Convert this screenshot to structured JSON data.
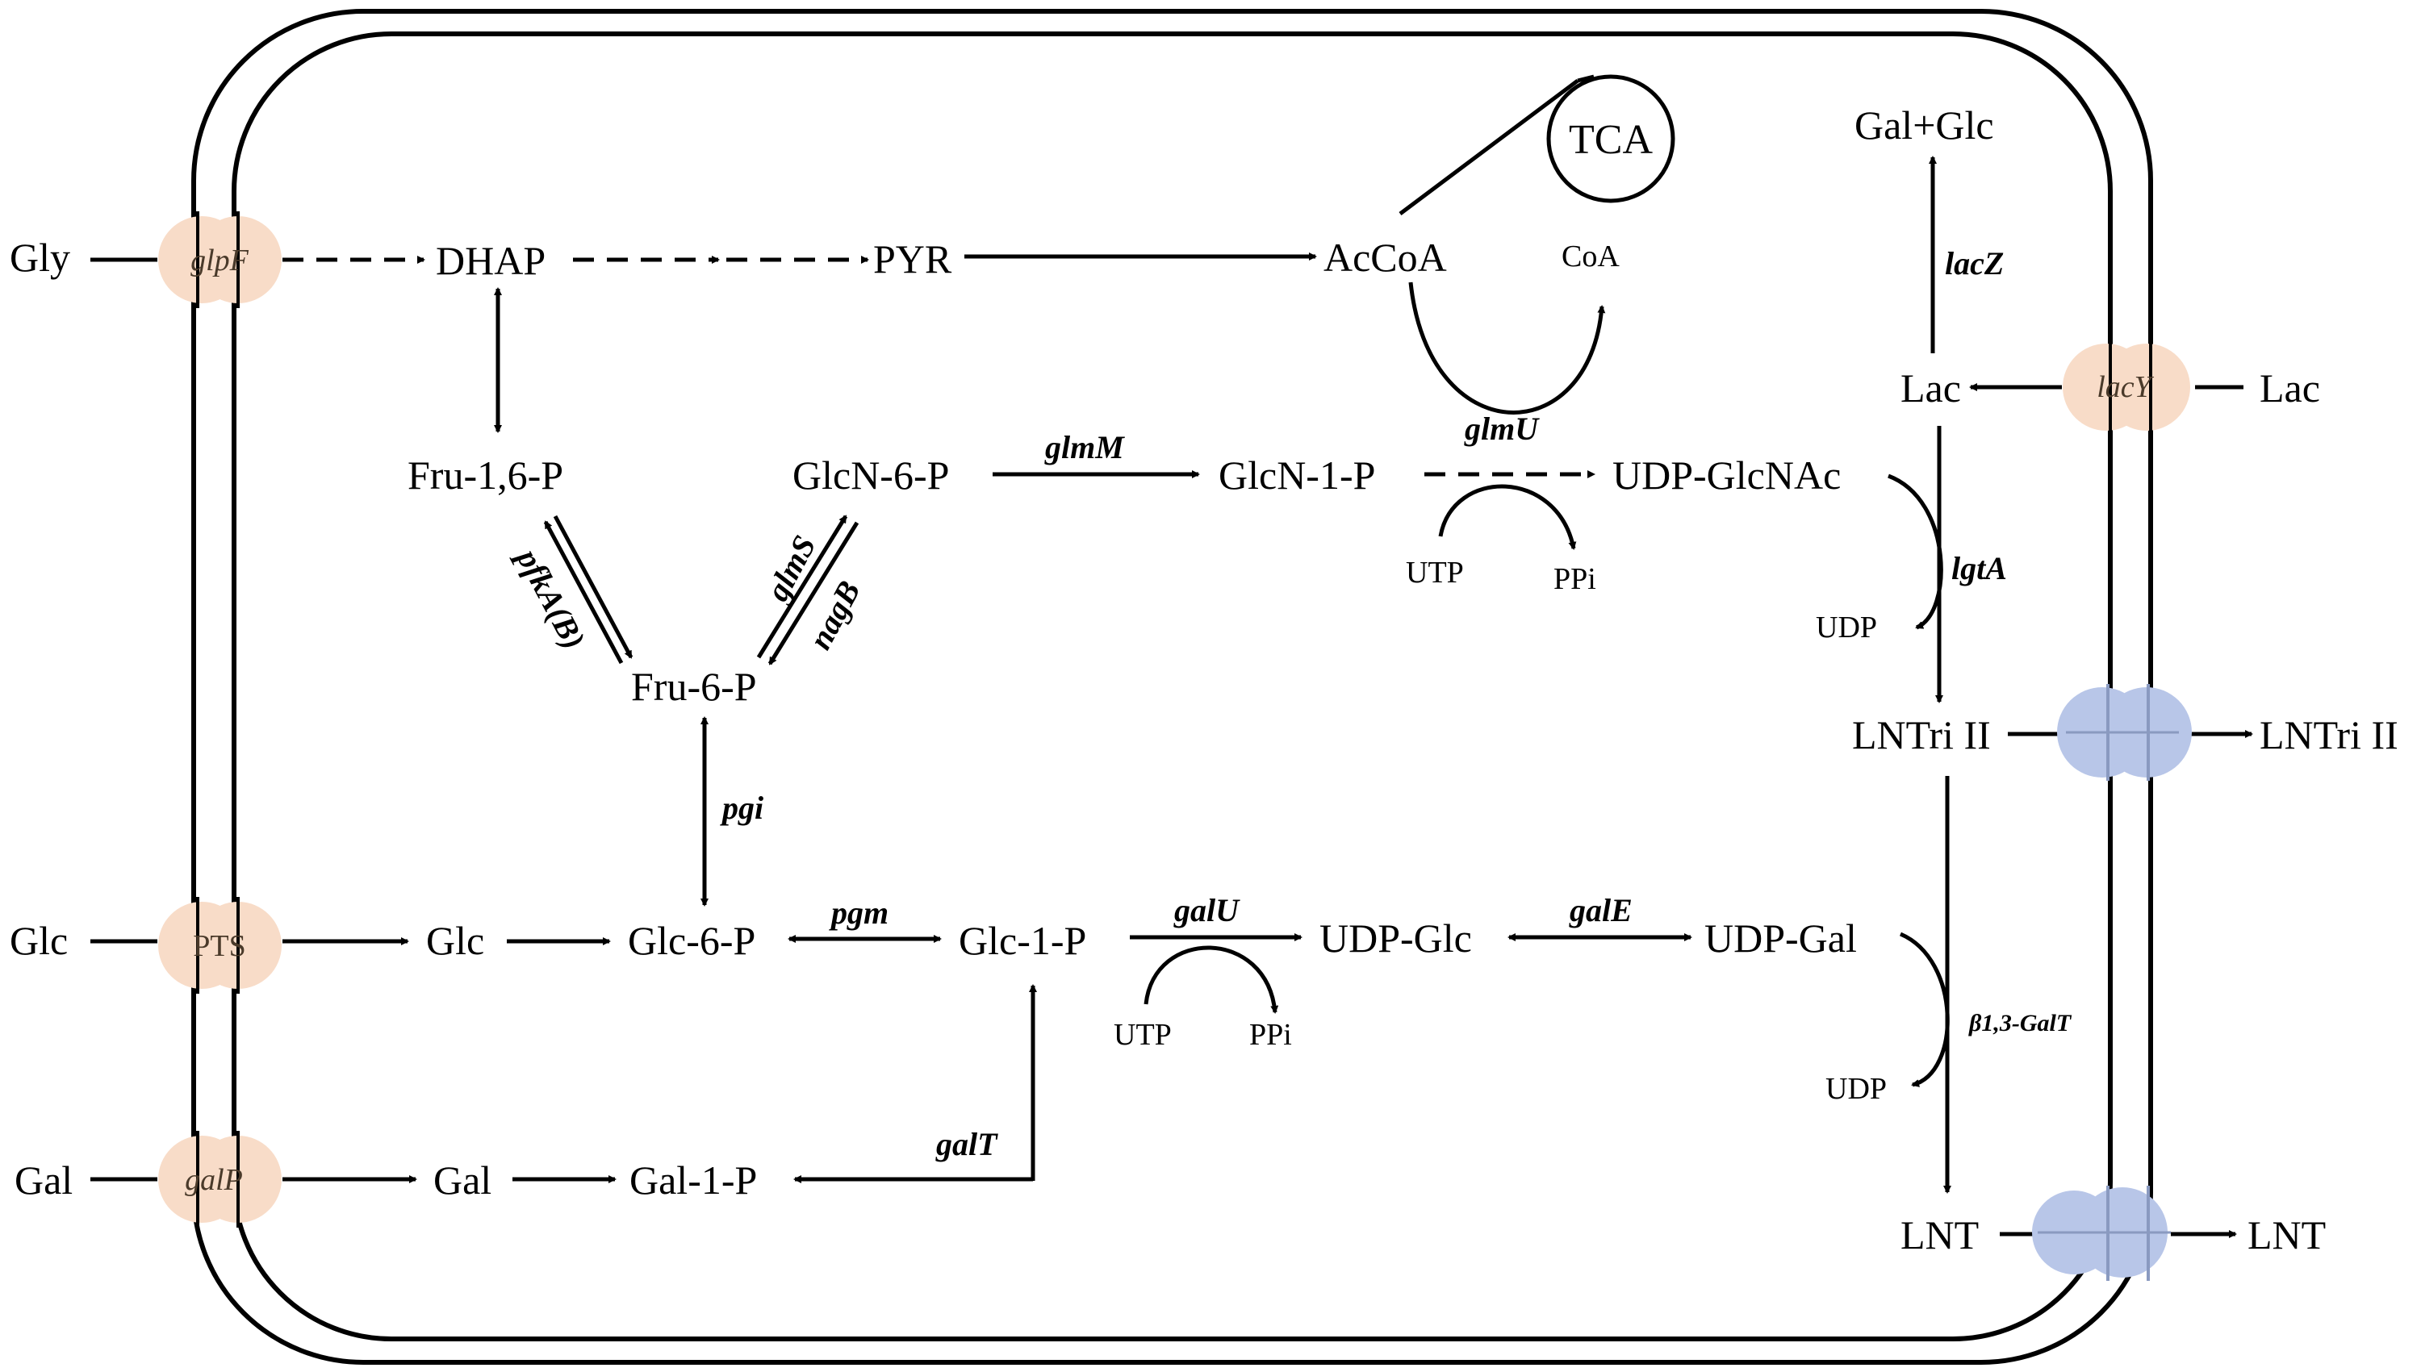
{
  "metabolites": {
    "gly_out": "Gly",
    "glc_out": "Glc",
    "gal_out": "Gal",
    "dhap": "DHAP",
    "pyr": "PYR",
    "accoa": "AcCoA",
    "tca": "TCA",
    "coa": "CoA",
    "fru16p": "Fru-1,6-P",
    "glcn6p": "GlcN-6-P",
    "glcn1p": "GlcN-1-P",
    "udp_glcnac": "UDP-GlcNAc",
    "fru6p": "Fru-6-P",
    "glc_in": "Glc",
    "glc6p": "Glc-6-P",
    "glc1p": "Glc-1-P",
    "udp_glc": "UDP-Glc",
    "udp_gal": "UDP-Gal",
    "gal_in": "Gal",
    "gal1p": "Gal-1-P",
    "gal_glc": "Gal+Glc",
    "lac_in": "Lac",
    "lac_out": "Lac",
    "lntri_in": "LNTri II",
    "lntri_out": "LNTri II",
    "lnt_in": "LNT",
    "lnt_out": "LNT",
    "utp_1": "UTP",
    "ppi_1": "PPi",
    "utp_2": "UTP",
    "ppi_2": "PPi",
    "udp_1": "UDP",
    "udp_2": "UDP"
  },
  "enzymes": {
    "glmm": "glmM",
    "glmu": "glmU",
    "glms": "glmS",
    "nagb": "nagB",
    "pfka": "pfkA(B)",
    "pgi": "pgi",
    "pgm": "pgm",
    "galu": "galU",
    "gale": "galE",
    "galt": "galT",
    "lacz": "lacZ",
    "lgta": "lgtA",
    "b13galt": "β1,3-GalT"
  },
  "transporters": {
    "glpf": "glpF",
    "pts": "PTS",
    "galp": "galP",
    "lacy": "lacY"
  },
  "colors": {
    "importer": "#f8dcc8",
    "exporter": "#b8c6e8",
    "line": "#000000"
  }
}
